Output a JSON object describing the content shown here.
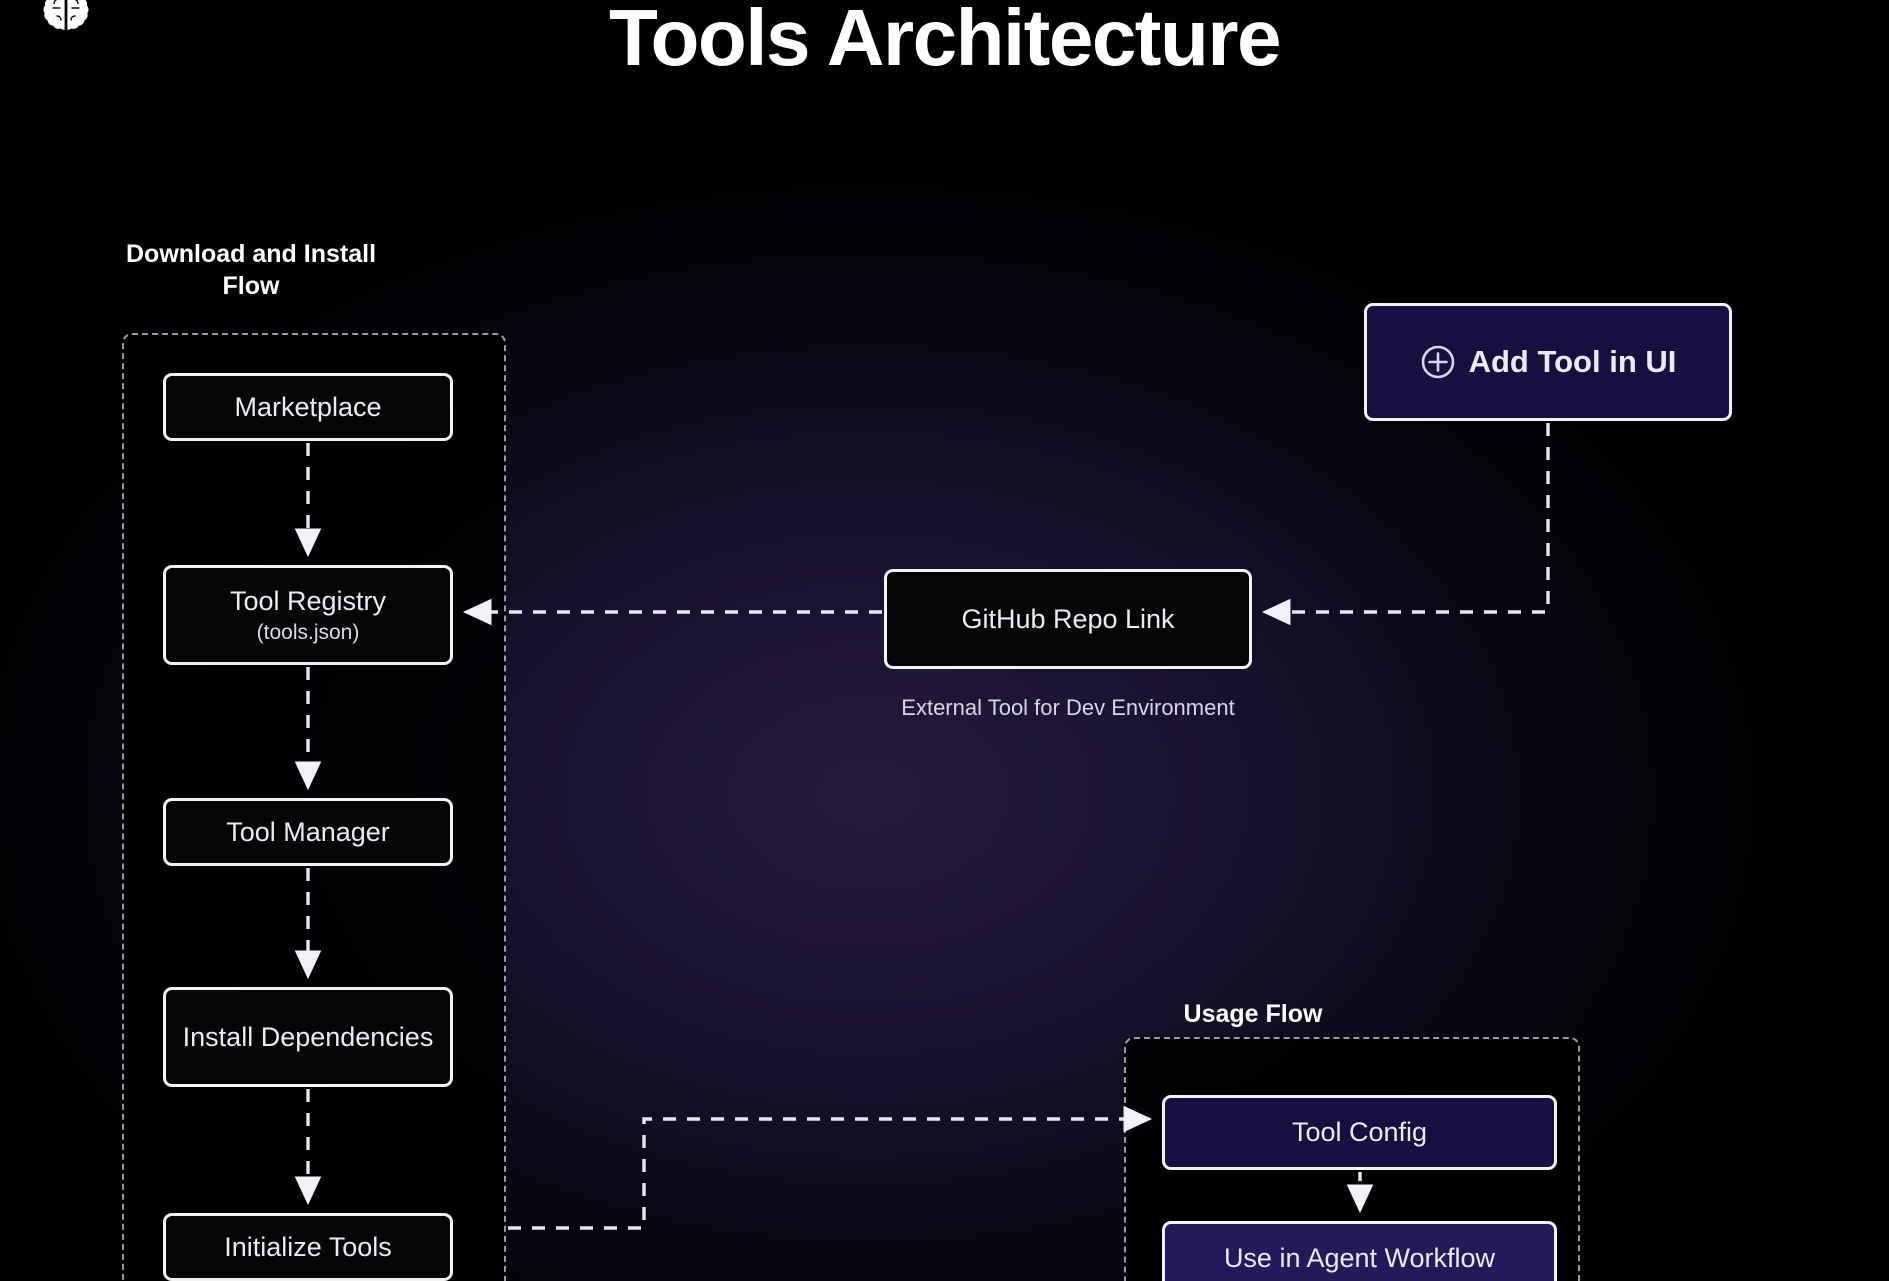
{
  "page": {
    "title": "Tools Architecture",
    "logo_icon": "brain-icon",
    "background_accent": "#241a3e"
  },
  "groups": {
    "download": {
      "label": "Download and Install Flow",
      "nodes": [
        {
          "id": "marketplace",
          "label": "Marketplace",
          "sub": "",
          "style": "plain"
        },
        {
          "id": "registry",
          "label": "Tool Registry",
          "sub": "(tools.json)",
          "style": "plain"
        },
        {
          "id": "manager",
          "label": "Tool Manager",
          "sub": "",
          "style": "plain"
        },
        {
          "id": "install",
          "label": "Install Dependencies",
          "sub": "",
          "style": "plain"
        },
        {
          "id": "initialize",
          "label": "Initialize Tools",
          "sub": "",
          "style": "plain"
        }
      ]
    },
    "usage": {
      "label": "Usage Flow",
      "nodes": [
        {
          "id": "toolconfig",
          "label": "Tool Config",
          "sub": "",
          "style": "navy"
        },
        {
          "id": "useinagent",
          "label": "Use in Agent Workflow",
          "sub": "",
          "style": "indigo"
        }
      ]
    }
  },
  "standalone": {
    "add_tool": {
      "label": "Add Tool in UI",
      "icon": "plus-circle-icon",
      "style": "navy"
    },
    "github": {
      "label": "GitHub Repo Link",
      "caption": "External Tool for Dev Environment",
      "style": "plain"
    }
  },
  "colors": {
    "node_border": "#f2f2f5",
    "node_plain_fill": "#050505",
    "node_navy_fill": "#170f40",
    "node_indigo_fill": "#231a5a",
    "cluster_border": "#9a9aa4",
    "connector": "#e8e6f0",
    "text": "#eceaf3"
  },
  "connectors": [
    {
      "from": "marketplace",
      "to": "registry",
      "style": "dashed"
    },
    {
      "from": "registry",
      "to": "manager",
      "style": "dashed"
    },
    {
      "from": "manager",
      "to": "install",
      "style": "dashed"
    },
    {
      "from": "install",
      "to": "initialize",
      "style": "dashed"
    },
    {
      "from": "add_tool",
      "to": "github",
      "style": "dashed"
    },
    {
      "from": "github",
      "to": "registry",
      "style": "dashed"
    },
    {
      "from": "initialize",
      "to": "toolconfig",
      "style": "dashed"
    },
    {
      "from": "toolconfig",
      "to": "useinagent",
      "style": "dashed"
    }
  ]
}
